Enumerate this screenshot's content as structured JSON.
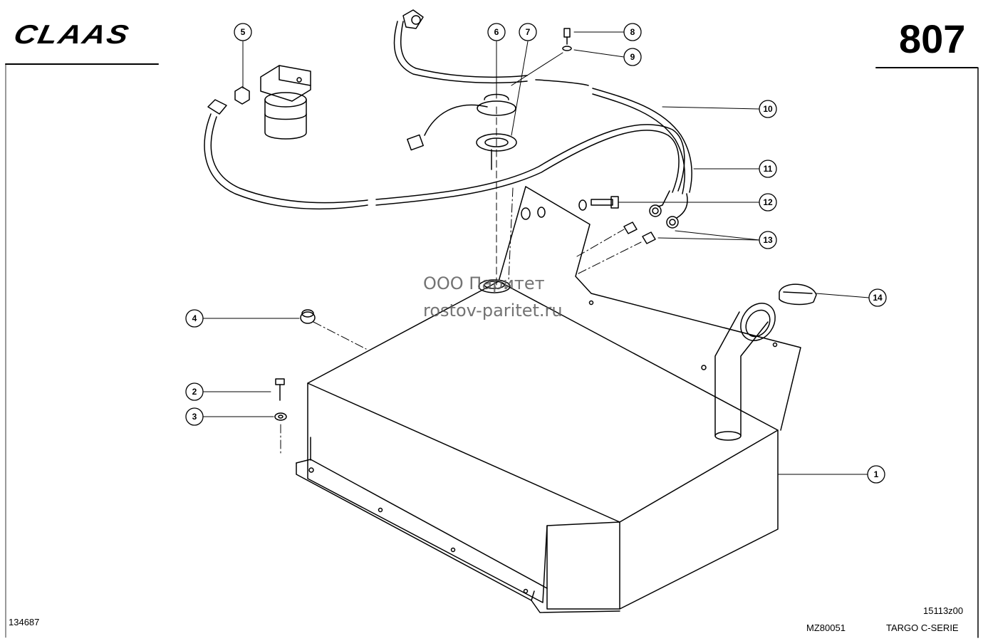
{
  "header": {
    "brand": "CLAAS",
    "page_number": "807"
  },
  "watermark": {
    "line1": "ООО Паритет",
    "line2": "rostov-paritet.ru"
  },
  "footer": {
    "drawing_id": "134687",
    "ref_code": "15113z00",
    "model_code": "MZ80051",
    "series": "TARGO C-SERIE"
  },
  "callouts": [
    "1",
    "2",
    "3",
    "4",
    "5",
    "6",
    "7",
    "8",
    "9",
    "10",
    "11",
    "12",
    "13",
    "14"
  ]
}
